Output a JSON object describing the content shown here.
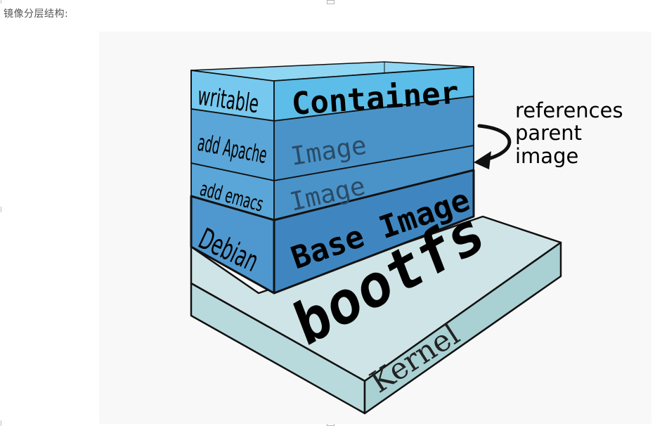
{
  "caption": "镜像分层结构:",
  "diagram": {
    "layers": {
      "container": {
        "side_label": "writable",
        "front_label": "Container"
      },
      "apache": {
        "side_label": "add Apache",
        "front_label": "Image"
      },
      "emacs": {
        "side_label": "add emacs",
        "front_label": "Image"
      },
      "base": {
        "side_label": "Debian",
        "front_label": "Base Image"
      },
      "bootfs": {
        "label": "bootfs"
      },
      "kernel": {
        "label": "Kernel"
      }
    },
    "annotation": {
      "line1": "references",
      "line2": "parent",
      "line3": "image"
    },
    "colors": {
      "container_top": "#8fd6f2",
      "container_front": "#5bbde8",
      "container_side": "#76c8ee",
      "image_front": "#4a93c9",
      "image_side": "#5aa6d8",
      "base_front": "#3f86c0",
      "base_side": "#4f98cf",
      "ground_top": "#cfe4e6",
      "ground_side": "#a9d0d2",
      "outline": "#111111"
    }
  }
}
